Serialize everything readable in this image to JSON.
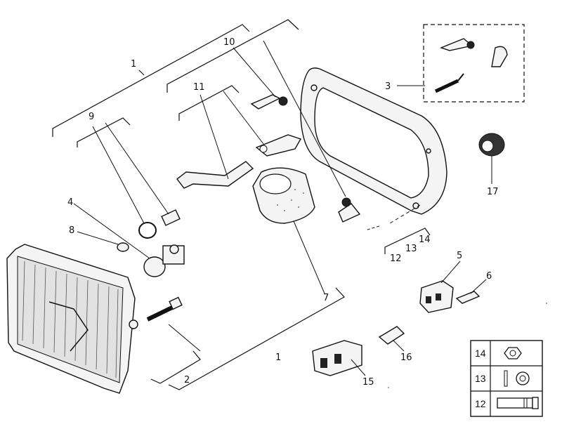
{
  "callouts": {
    "c1_top": "1",
    "c1_bottom": "1",
    "c2": "2",
    "c3": "3",
    "c4": "4",
    "c5": "5",
    "c6": "6",
    "c7": "7",
    "c8": "8",
    "c9": "9",
    "c10": "10",
    "c11": "11",
    "c12": "12",
    "c13": "13",
    "c14": "14",
    "c15": "15",
    "c16": "16",
    "c17": "17"
  },
  "legend_table": {
    "rows": [
      {
        "num": "14",
        "item": "nut"
      },
      {
        "num": "13",
        "item": "washer"
      },
      {
        "num": "12",
        "item": "bolt"
      }
    ]
  }
}
